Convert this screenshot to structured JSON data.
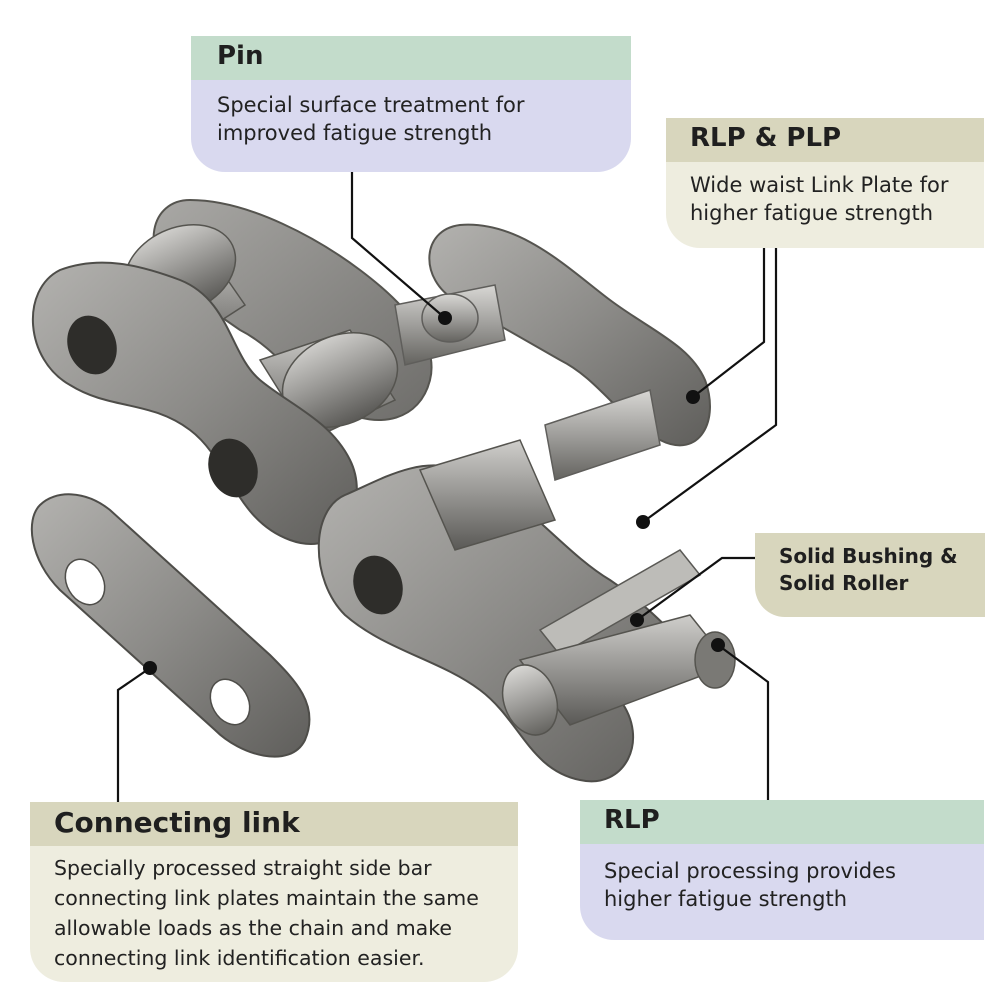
{
  "callouts": {
    "pin": {
      "title": "Pin",
      "lines": [
        "Special surface treatment for",
        "improved fatigue strength"
      ]
    },
    "rlp_plp": {
      "title": "RLP & PLP",
      "lines": [
        "Wide waist Link Plate for",
        "higher fatigue strength"
      ]
    },
    "bushing": {
      "title_lines": [
        "Solid Bushing &",
        "Solid Roller"
      ]
    },
    "connecting_link": {
      "title": "Connecting link",
      "lines": [
        "Specially processed straight side bar",
        "connecting link plates maintain the same",
        "allowable loads as the chain and make",
        "connecting link identification easier."
      ]
    },
    "rlp": {
      "title": "RLP",
      "lines": [
        "Special processing provides",
        "higher fatigue strength"
      ]
    }
  },
  "colors": {
    "green_header": "#c3dccb",
    "lavender_body": "#d9d9ef",
    "tan_header": "#d8d6bd",
    "cream_body": "#eeeddf",
    "metal": "#8a8986",
    "leader": "#111111"
  }
}
